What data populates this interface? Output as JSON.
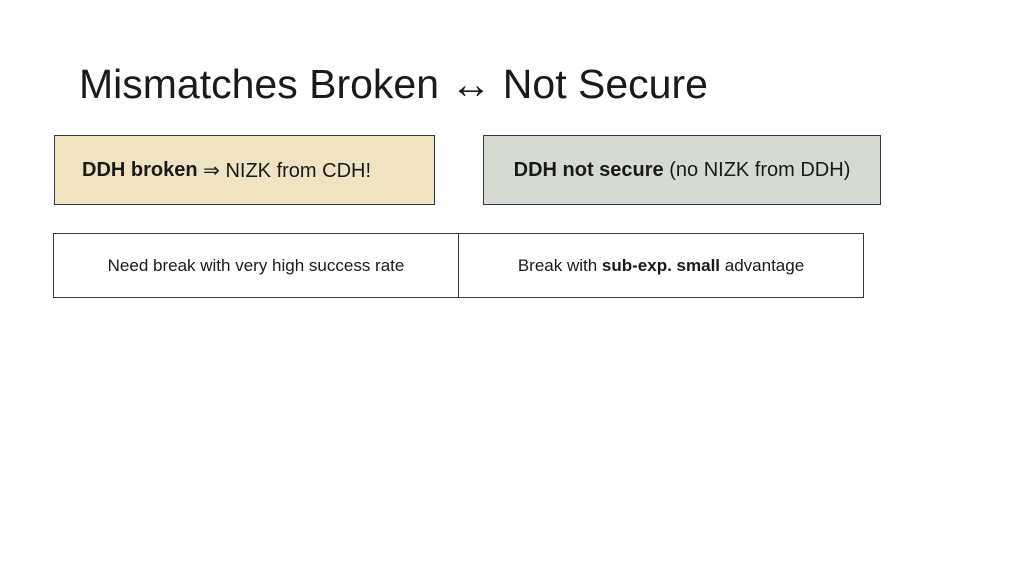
{
  "slide": {
    "title": "Mismatches Broken ↔ Not Secure",
    "left_box": {
      "bold": "DDH broken",
      "rest": " ⇒ NIZK from CDH!"
    },
    "right_box": {
      "bold": "DDH not secure",
      "rest": " (no NIZK from DDH)"
    },
    "left_cell": {
      "text": "Need break with very high success rate"
    },
    "right_cell": {
      "prefix": "Break with ",
      "bold": "sub-exp. small",
      "suffix": " advantage"
    }
  },
  "colors": {
    "left_box_fill": "#f0e3c2",
    "right_box_fill": "#d6dbd1",
    "border": "#3a3a3a"
  }
}
